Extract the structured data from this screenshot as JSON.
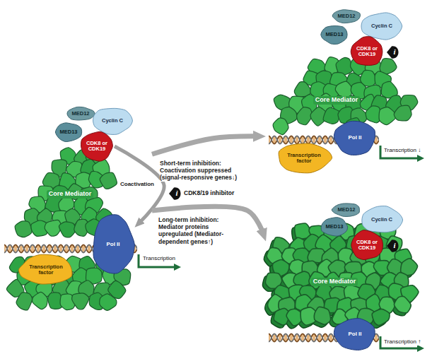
{
  "diagram": {
    "nodes": [
      {
        "text": [
          "MED12"
        ]
      },
      {
        "text": [
          "MED13"
        ]
      },
      {
        "text": [
          "Cyclin C"
        ]
      },
      {
        "text": [
          "CDK8 or CDK19"
        ]
      },
      {
        "text": [
          "Core Mediator"
        ]
      },
      {
        "text": [
          "Transcription factor"
        ]
      },
      {
        "text": [
          "Pol II"
        ]
      },
      {
        "text": [
          "i"
        ]
      },
      {
        "text": [
          "MED12"
        ]
      },
      {
        "text": [
          "MED13"
        ]
      },
      {
        "text": [
          "Cyclin C"
        ]
      },
      {
        "text": [
          "CDK8 or CDK19"
        ]
      },
      {
        "text": [
          "i"
        ]
      },
      {
        "text": [
          "Core Mediator"
        ]
      },
      {
        "text": [
          "Transcription factor"
        ]
      },
      {
        "text": [
          "Pol II"
        ]
      },
      {
        "text": [
          "MED12"
        ]
      },
      {
        "text": [
          "MED13"
        ]
      },
      {
        "text": [
          "Cyclin C"
        ]
      },
      {
        "text": [
          "CDK8 or CDK19"
        ]
      },
      {
        "text": [
          "i"
        ]
      },
      {
        "text": [
          "Core Mediator"
        ]
      },
      {
        "text": [
          "Pol II"
        ]
      }
    ],
    "edges": [
      {
        "from": 3,
        "to": 6,
        "arrow": "to",
        "label": "Coactivation"
      },
      {
        "from": 4,
        "to": 13,
        "arrow": "to",
        "label": "Short-term inhibition: Coactivation suppressed (signal-responsive genes↓)"
      },
      {
        "from": 4,
        "to": 21,
        "arrow": "to",
        "label": "Long-term inhibition: Mediator proteins upregulated (Mediator-dependent genes↑)"
      }
    ],
    "labels": [
      "Transcription",
      "CDK8/19 inhibitor",
      "Transcription ↓",
      "Transcription ↑"
    ]
  }
}
